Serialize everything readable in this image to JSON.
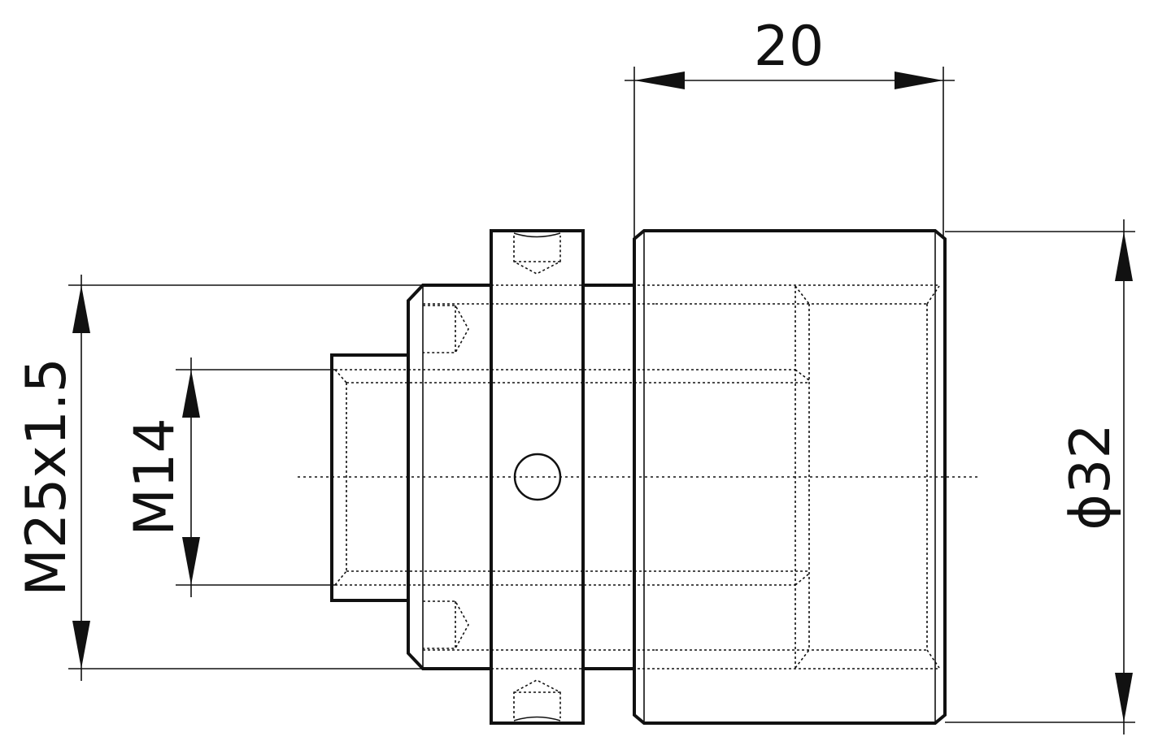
{
  "dimensions": {
    "length": "20",
    "outer_thread": "M25x1.5",
    "inner_thread": "M14",
    "outer_diameter": "ϕ32"
  }
}
